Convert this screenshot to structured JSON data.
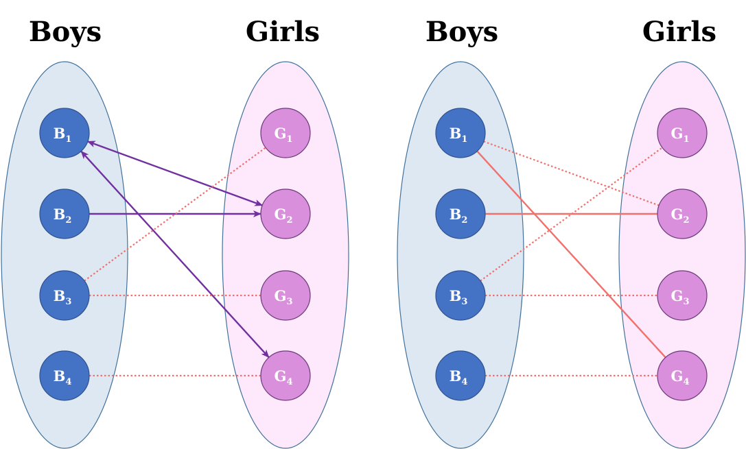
{
  "colors": {
    "boys_set_fill": "#dde8f3",
    "girls_set_fill": "#fde8fc",
    "set_stroke": "#41719c",
    "boy_node_fill": "#4472c4",
    "boy_node_stroke": "#2f528f",
    "girl_node_fill": "#da8fdc",
    "girl_node_stroke": "#6b3a79",
    "left_solid_edge": "#7030a0",
    "right_solid_edge": "#f0706c",
    "dotted_edge": "#f0706c"
  },
  "diagrams": [
    {
      "id": "left",
      "boys_title": "Boys",
      "girls_title": "Girls",
      "boys": [
        {
          "letter": "B",
          "sub": "1"
        },
        {
          "letter": "B",
          "sub": "2"
        },
        {
          "letter": "B",
          "sub": "3"
        },
        {
          "letter": "B",
          "sub": "4"
        }
      ],
      "girls": [
        {
          "letter": "G",
          "sub": "1"
        },
        {
          "letter": "G",
          "sub": "2"
        },
        {
          "letter": "G",
          "sub": "3"
        },
        {
          "letter": "G",
          "sub": "4"
        }
      ],
      "edges": [
        {
          "from": "B1",
          "to": "G2",
          "style": "solid-arrow-both"
        },
        {
          "from": "B1",
          "to": "G4",
          "style": "solid-arrow-both"
        },
        {
          "from": "B2",
          "to": "G2",
          "style": "solid-arrow"
        },
        {
          "from": "B3",
          "to": "G1",
          "style": "dotted"
        },
        {
          "from": "B3",
          "to": "G3",
          "style": "dotted"
        },
        {
          "from": "B4",
          "to": "G4",
          "style": "dotted"
        }
      ]
    },
    {
      "id": "right",
      "boys_title": "Boys",
      "girls_title": "Girls",
      "boys": [
        {
          "letter": "B",
          "sub": "1"
        },
        {
          "letter": "B",
          "sub": "2"
        },
        {
          "letter": "B",
          "sub": "3"
        },
        {
          "letter": "B",
          "sub": "4"
        }
      ],
      "girls": [
        {
          "letter": "G",
          "sub": "1"
        },
        {
          "letter": "G",
          "sub": "2"
        },
        {
          "letter": "G",
          "sub": "3"
        },
        {
          "letter": "G",
          "sub": "4"
        }
      ],
      "edges": [
        {
          "from": "B1",
          "to": "G2",
          "style": "dotted"
        },
        {
          "from": "B1",
          "to": "G4",
          "style": "solid"
        },
        {
          "from": "B2",
          "to": "G2",
          "style": "solid"
        },
        {
          "from": "B3",
          "to": "G1",
          "style": "dotted"
        },
        {
          "from": "B3",
          "to": "G3",
          "style": "dotted"
        },
        {
          "from": "B4",
          "to": "G4",
          "style": "dotted"
        }
      ]
    }
  ]
}
